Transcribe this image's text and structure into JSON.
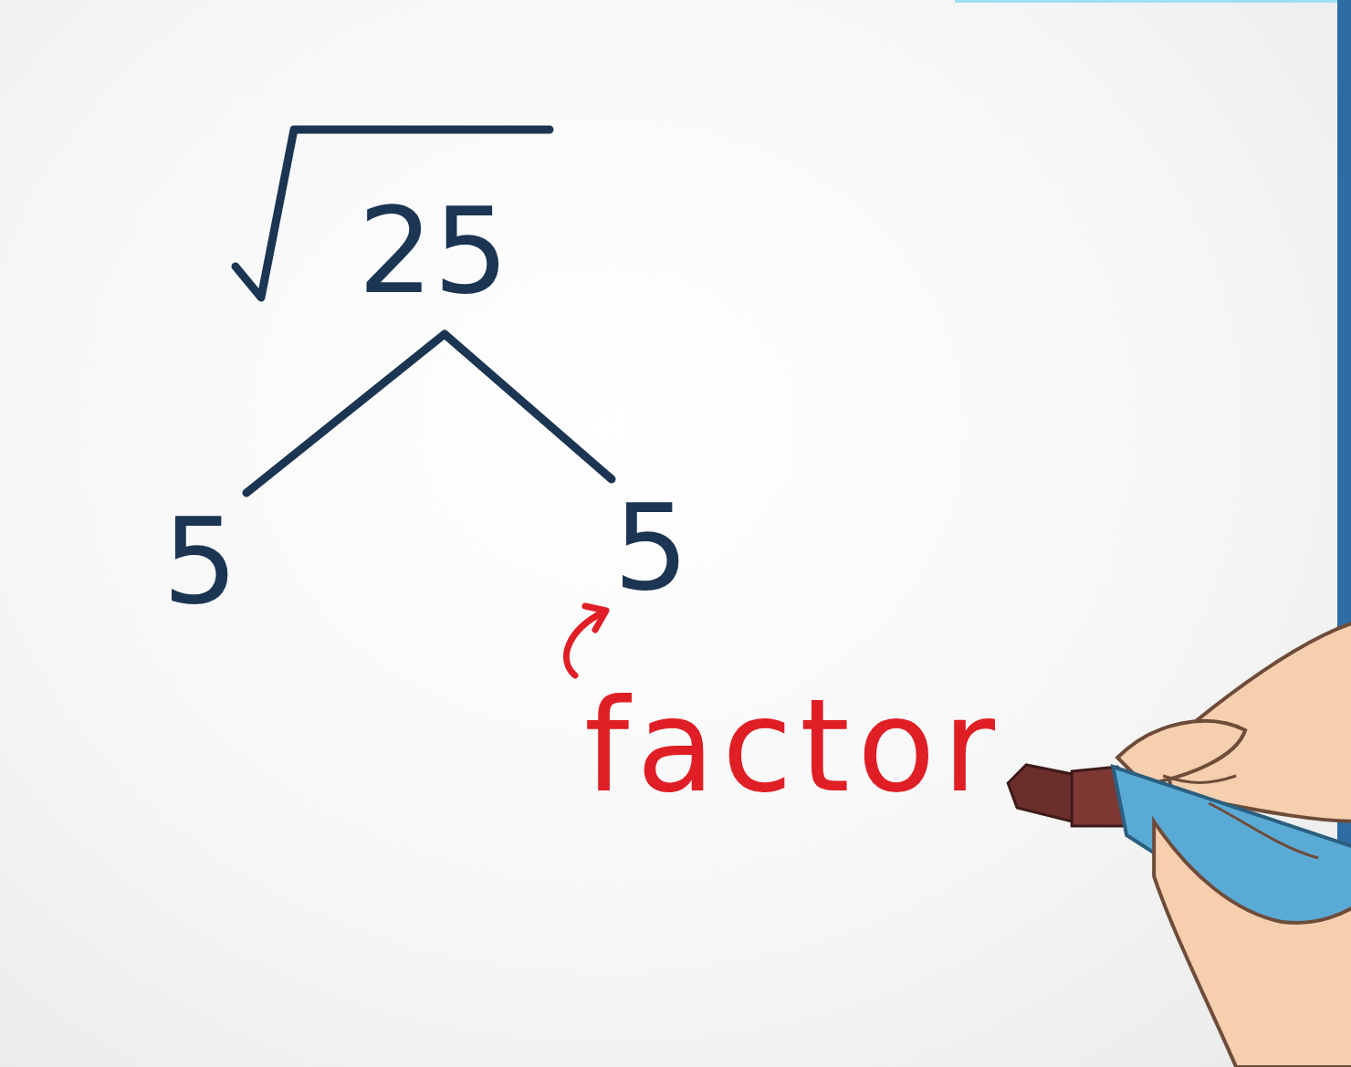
{
  "diagram": {
    "labels": [
      "25",
      "5",
      "5",
      "factor"
    ]
  }
}
